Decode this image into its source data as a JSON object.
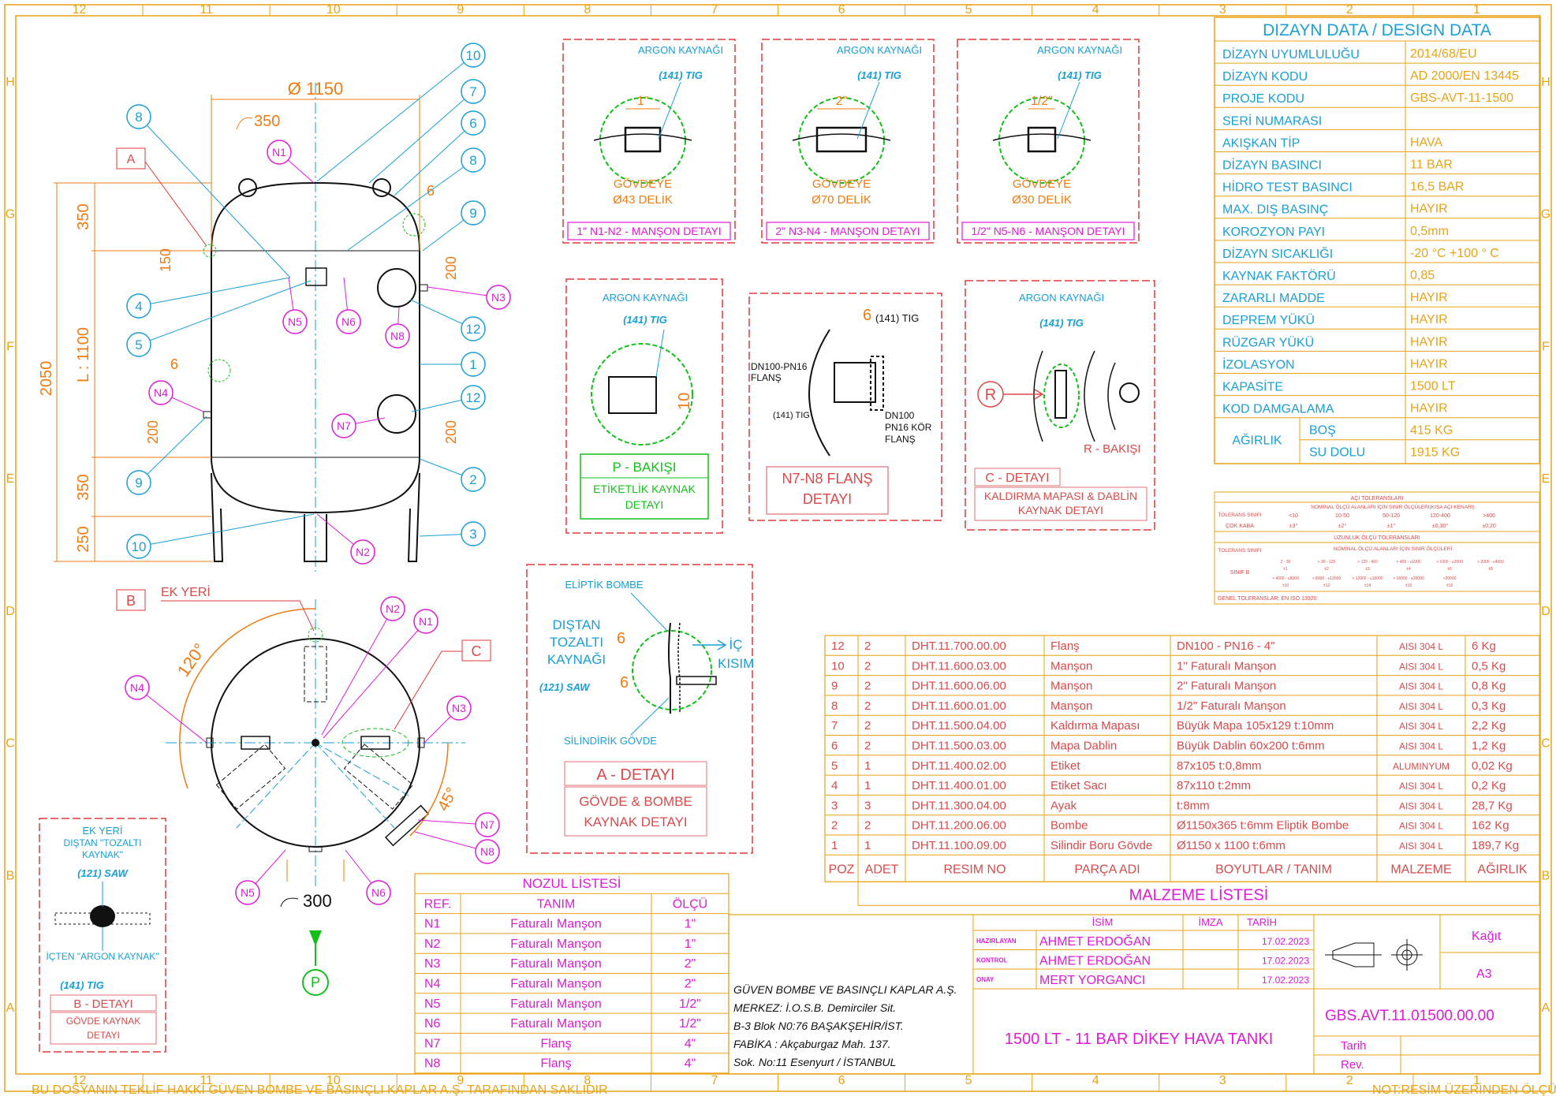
{
  "border": {
    "columns": [
      "12",
      "11",
      "10",
      "9",
      "8",
      "7",
      "6",
      "5",
      "4",
      "3",
      "2",
      "1"
    ],
    "rows": [
      "H",
      "G",
      "F",
      "E",
      "D",
      "C",
      "B",
      "A"
    ],
    "footer_left": "BU DOSYANIN TEKLİF HAKKI GÜVEN BOMBE VE BASINÇLI KAPLAR A.Ş. TARAFINDAN SAKLIDIR",
    "footer_right": "NOT:RESİM ÜZERİNDEN ÖLÇÜ ALMAYINIZ"
  },
  "design_data": {
    "title": "DIZAYN DATA / DESIGN DATA",
    "rows": [
      {
        "label": "DİZAYN UYUMLULUĞU",
        "value": "2014/68/EU"
      },
      {
        "label": "DİZAYN KODU",
        "value": "AD 2000/EN 13445"
      },
      {
        "label": "PROJE KODU",
        "value": "GBS-AVT-11-1500"
      },
      {
        "label": "SERİ NUMARASI",
        "value": ""
      },
      {
        "label": "AKIŞKAN TİP",
        "value": "HAVA"
      },
      {
        "label": "DİZAYN BASINCI",
        "value": "11 BAR"
      },
      {
        "label": "HİDRO TEST BASINCI",
        "value": "16,5 BAR"
      },
      {
        "label": "MAX. DIŞ BASINÇ",
        "value": "HAYIR"
      },
      {
        "label": "KOROZYON PAYI",
        "value": "0,5mm"
      },
      {
        "label": "DİZAYN SICAKLIĞI",
        "value": "-20 °C +100 ° C"
      },
      {
        "label": "KAYNAK FAKTÖRÜ",
        "value": "0,85"
      },
      {
        "label": "ZARARLI MADDE",
        "value": "HAYIR"
      },
      {
        "label": "DEPREM YÜKÜ",
        "value": "HAYIR"
      },
      {
        "label": "RÜZGAR YÜKÜ",
        "value": "HAYIR"
      },
      {
        "label": "İZOLASYON",
        "value": "HAYIR"
      },
      {
        "label": "KAPASİTE",
        "value": "1500 LT"
      },
      {
        "label": "KOD DAMGALAMA",
        "value": "HAYIR"
      }
    ],
    "weight_label": "AĞIRLIK",
    "weight_rows": [
      {
        "label": "BOŞ",
        "value": "415 KG"
      },
      {
        "label": "SU DOLU",
        "value": "1915 KG"
      }
    ]
  },
  "tolerance": {
    "angle_title": "AÇI TOLERANSLARI",
    "class_label": "TOLERANS SINIFI",
    "angle_header": "NOMİNAL ÖLÇÜ ALANLARI İÇİN SINIR ÖLÇÜLERİ(KISA AÇI KENARI)",
    "angle_cols": [
      "<10",
      "10-50",
      "50-120",
      "120-400",
      ">400"
    ],
    "angle_row_label": "ÇOK KABA",
    "angle_vals": [
      "±3°",
      "±2°",
      "±1°",
      "±0,30°",
      "±0,20"
    ],
    "length_title": "UZUNLUK ÖLÇÜ TOLERANSLARI",
    "length_header": "NOMİNAL ÖLÇÜ ALANLARI İÇİN SINIR ÖLÇÜLERİ",
    "length_row_label": "SINIF B",
    "length_cols_1": [
      "2 - 30",
      "> 30 - 120",
      "> 120 - 400",
      "> 400 - ≤1000",
      "> 1000 - ≤2000",
      "> 2000 - ≤4000"
    ],
    "length_vals_1": [
      "±1",
      "±2",
      "±3",
      "±4",
      "±6",
      "±8"
    ],
    "length_cols_2": [
      "> 4000 - ≤8000",
      "> 8000 - ≤12000",
      "> 12000 - ≤16000",
      "> 16000 - ≤20000",
      ">20000"
    ],
    "length_vals_2": [
      "±10",
      "±12",
      "±14",
      "±16",
      "±16"
    ],
    "general": "GENEL TOLERANSLAR:    EN  ISO 13920"
  },
  "materials": {
    "title": "MALZEME LİSTESİ",
    "headers": [
      "POZ",
      "ADET",
      "RESIM NO",
      "PARÇA ADI",
      "BOYUTLAR / TANIM",
      "MALZEME",
      "AĞIRLIK"
    ],
    "rows": [
      {
        "poz": "12",
        "adet": "2",
        "resim": "DHT.11.700.00.00",
        "parca": "Flanş",
        "boyut": "DN100 - PN16 - 4\"",
        "malzeme": "AISI 304 L",
        "agirlik": "6 Kg"
      },
      {
        "poz": "10",
        "adet": "2",
        "resim": "DHT.11.600.03.00",
        "parca": "Manşon",
        "boyut": "1\"  Faturalı Manşon",
        "malzeme": "AISI 304 L",
        "agirlik": "0,5 Kg"
      },
      {
        "poz": "9",
        "adet": "2",
        "resim": "DHT.11.600.06.00",
        "parca": "Manşon",
        "boyut": "2\"  Faturalı Manşon",
        "malzeme": "AISI 304 L",
        "agirlik": "0,8 Kg"
      },
      {
        "poz": "8",
        "adet": "2",
        "resim": "DHT.11.600.01.00",
        "parca": "Manşon",
        "boyut": "1/2\"  Faturalı Manşon",
        "malzeme": "AISI 304 L",
        "agirlik": "0,3 Kg"
      },
      {
        "poz": "7",
        "adet": "2",
        "resim": "DHT.11.500.04.00",
        "parca": "Kaldırma Mapası",
        "boyut": "Büyük Mapa 105x129 t:10mm",
        "malzeme": "AISI 304 L",
        "agirlik": "2,2 Kg"
      },
      {
        "poz": "6",
        "adet": "2",
        "resim": "DHT.11.500.03.00",
        "parca": "Mapa Dablin",
        "boyut": "Büyük Dablin 60x200 t:6mm",
        "malzeme": "AISI 304 L",
        "agirlik": "1,2 Kg"
      },
      {
        "poz": "5",
        "adet": "1",
        "resim": "DHT.11.400.02.00",
        "parca": "Etiket",
        "boyut": "87x105  t:0,8mm",
        "malzeme": "ALUMINYUM",
        "agirlik": "0,02 Kg"
      },
      {
        "poz": "4",
        "adet": "1",
        "resim": "DHT.11.400.01.00",
        "parca": "Etiket Sacı",
        "boyut": "87x110  t:2mm",
        "malzeme": "AISI 304 L",
        "agirlik": "0,2 Kg"
      },
      {
        "poz": "3",
        "adet": "3",
        "resim": "DHT.11.300.04.00",
        "parca": "Ayak",
        "boyut": "t:8mm",
        "malzeme": "AISI 304 L",
        "agirlik": "28,7 Kg"
      },
      {
        "poz": "2",
        "adet": "2",
        "resim": "DHT.11.200.06.00",
        "parca": "Bombe",
        "boyut": "Ø1150x365 t:6mm Eliptik Bombe",
        "malzeme": "AISI 304 L",
        "agirlik": "162 Kg"
      },
      {
        "poz": "1",
        "adet": "1",
        "resim": "DHT.11.100.09.00",
        "parca": "Silindir Boru Gövde",
        "boyut": "Ø1150 x 1100 t:6mm",
        "malzeme": "AISI 304 L",
        "agirlik": "189,7 Kg"
      }
    ]
  },
  "nozzles": {
    "title": "NOZUL LİSTESİ",
    "headers": [
      "REF.",
      "TANIM",
      "ÖLÇÜ"
    ],
    "rows": [
      {
        "ref": "N1",
        "tanim": "Faturalı Manşon",
        "olcu": "1\""
      },
      {
        "ref": "N2",
        "tanim": "Faturalı Manşon",
        "olcu": "1\""
      },
      {
        "ref": "N3",
        "tanim": "Faturalı Manşon",
        "olcu": "2\""
      },
      {
        "ref": "N4",
        "tanim": "Faturalı Manşon",
        "olcu": "2\""
      },
      {
        "ref": "N5",
        "tanim": "Faturalı Manşon",
        "olcu": "1/2\""
      },
      {
        "ref": "N6",
        "tanim": "Faturalı Manşon",
        "olcu": "1/2\""
      },
      {
        "ref": "N7",
        "tanim": "Flanş",
        "olcu": "4\""
      },
      {
        "ref": "N8",
        "tanim": "Flanş",
        "olcu": "4\""
      }
    ]
  },
  "title_block": {
    "company": "GÜVEN BOMBE VE BASINÇLI KAPLAR A.Ş.",
    "address": [
      "MERKEZ: İ.O.S.B. Demirciler Sit.",
      "B-3 Blok N0:76 BAŞAKŞEHİR/İST.",
      "FABİKA : Akçaburgaz Mah. 137.",
      "Sok. No:11 Esenyurt / İSTANBUL"
    ],
    "col_isim": "İSİM",
    "col_imza": "İMZA",
    "col_tarih": "TARİH",
    "people": [
      {
        "role": "HAZIRLAYAN",
        "name": "AHMET ERDOĞAN",
        "date": "17.02.2023"
      },
      {
        "role": "KONTROL",
        "name": "AHMET ERDOĞAN",
        "date": "17.02.2023"
      },
      {
        "role": "ONAY",
        "name": "MERT YORGANCI",
        "date": "17.02.2023"
      }
    ],
    "paper_label": "Kağıt",
    "paper": "A3",
    "drawing_title": "1500 LT - 11 BAR DİKEY HAVA TANKI",
    "drawing_no": "GBS.AVT.11.01500.00.00",
    "date_label": "Tarih",
    "rev_label": "Rev."
  },
  "details": {
    "weld_label": "ARGON KAYNAĞI",
    "weld_code": "(141) TIG",
    "sleeve1": {
      "size": "1\"",
      "note": "GÖVDEYE",
      "hole": "Ø43 DELİK",
      "title": "1\" N1-N2 - MANŞON DETAYI"
    },
    "sleeve2": {
      "size": "2\"",
      "note": "GÖVDEYE",
      "hole": "Ø70 DELİK",
      "title": "2\" N3-N4 - MANŞON DETAYI"
    },
    "sleeve3": {
      "size": "1/2\"",
      "note": "GÖVDEYE",
      "hole": "Ø30 DELİK",
      "title": "1/2\" N5-N6 - MANŞON DETAYI"
    },
    "p_view": {
      "title": "P - BAKIŞI",
      "sub": "ETİKETLİK KAYNAK DETAYI",
      "dim": "10"
    },
    "flange": {
      "left": "DN100-PN16 FLANŞ",
      "code": "(141) TIG",
      "right": "DN100 PN16 KÖR FLANŞ",
      "dim": "6",
      "title": "N7-N8 FLANŞ DETAYI"
    },
    "c_detail": {
      "title": "C - DETAYI",
      "sub": "KALDIRMA MAPASI & DABLİN KAYNAK DETAYI",
      "r_view": "R - BAKIŞI",
      "r": "R"
    },
    "a_detail": {
      "top": "ELİPTİK BOMBE",
      "outer": "DIŞTAN TOZALTI KAYNAĞI",
      "saw": "(121) SAW",
      "inner": "İÇ KISIM",
      "bottom": "SİLİNDİRİK GÖVDE",
      "dim": "6",
      "title": "A - DETAYI",
      "sub": "GÖVDE & BOMBE KAYNAK DETAYI"
    },
    "b_detail": {
      "ek": "EK YERİ",
      "outer": "DIŞTAN \"TOZALTI KAYNAK\"",
      "saw": "(121) SAW",
      "inner": "İÇTEN \"ARGON KAYNAK\"",
      "tig": "(141) TIG",
      "title": "B - DETAYI",
      "sub": "GÖVDE KAYNAK DETAYI"
    }
  },
  "main_view": {
    "diameter": "Ø 1150",
    "radius_top": "350",
    "radius_bottom": "300",
    "dims_left": [
      "350",
      "150",
      "L : 1100",
      "200",
      "350",
      "250"
    ],
    "overall": "2050",
    "dim_200_right": "200",
    "dim_6": "6",
    "angle_120": "120°",
    "angle_45": "45°",
    "label_A": "A",
    "label_B": "B",
    "ek_yeri": "EK YERİ",
    "label_C": "C",
    "label_P": "P",
    "balloons": [
      "10",
      "7",
      "6",
      "8",
      "9",
      "8",
      "4",
      "5",
      "12",
      "1",
      "12",
      "2",
      "9",
      "3",
      "10"
    ],
    "nozzle_tags": [
      "N1",
      "N2",
      "N3",
      "N4",
      "N5",
      "N6",
      "N7",
      "N8"
    ]
  }
}
